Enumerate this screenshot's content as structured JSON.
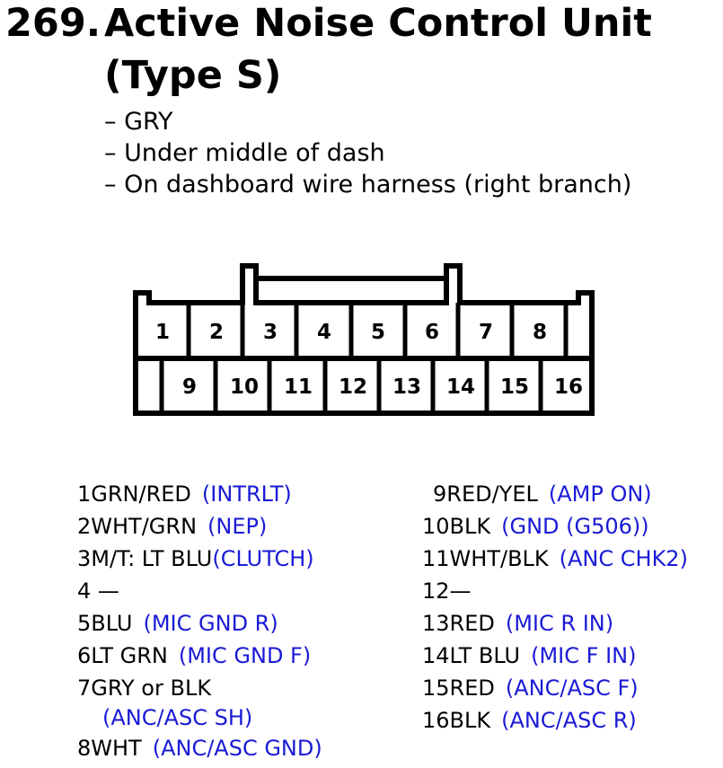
{
  "title": {
    "number": "269.",
    "line1": "Active Noise Control Unit",
    "line2": "(Type S)"
  },
  "details": [
    "– GRY",
    "– Under middle of dash",
    "– On dashboard wire harness (right branch)"
  ],
  "connector": {
    "top_row": [
      "1",
      "2",
      "3",
      "4",
      "5",
      "6",
      "7",
      "8"
    ],
    "bottom_row": [
      "9",
      "10",
      "11",
      "12",
      "13",
      "14",
      "15",
      "16"
    ]
  },
  "pins_left": [
    {
      "wire": "1GRN/RED",
      "func": "(INTRLT)"
    },
    {
      "wire": "2WHT/GRN",
      "func": "(NEP)"
    },
    {
      "wire": "3M/T: LT BLU",
      "func": "(CLUTCH)"
    },
    {
      "wire": "4 —",
      "func": ""
    },
    {
      "wire": "5BLU",
      "func": "(MIC GND R)"
    },
    {
      "wire": "6LT GRN",
      "func": "(MIC GND F)"
    },
    {
      "wire": "7GRY or BLK",
      "func": ""
    },
    {
      "wire": "",
      "func": "(ANC/ASC SH)"
    },
    {
      "wire": "8WHT",
      "func": "(ANC/ASC GND)"
    }
  ],
  "pins_right": [
    {
      "wire": "9RED/YEL",
      "func": "(AMP ON)"
    },
    {
      "wire": "10BLK",
      "func": "(GND (G506))"
    },
    {
      "wire": "11WHT/BLK",
      "func": "(ANC CHK2)"
    },
    {
      "wire": "12—",
      "func": ""
    },
    {
      "wire": "13RED",
      "func": "(MIC R IN)"
    },
    {
      "wire": "14LT BLU",
      "func": "(MIC F IN)"
    },
    {
      "wire": "15RED",
      "func": "(ANC/ASC F)"
    },
    {
      "wire": "16BLK",
      "func": "(ANC/ASC R)"
    }
  ],
  "colors": {
    "function_text": "#1a1ad6",
    "outline": "#000000"
  }
}
